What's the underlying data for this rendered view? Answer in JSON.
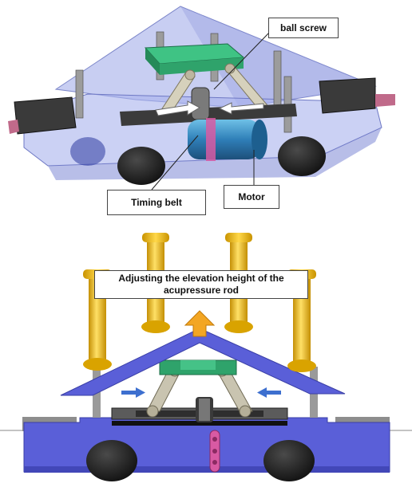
{
  "figure": {
    "top_panel": {
      "labels": {
        "ball_screw": "ball screw",
        "timing_belt": "Timing belt",
        "motor": "Motor"
      }
    },
    "bottom_panel": {
      "caption": "Adjusting the elevation height of the acupressure rod"
    }
  },
  "colors": {
    "body_blue": "#5a5fd8",
    "translucent_body": "#9aa6e8",
    "rod_yellow": "#f4c21c",
    "wheel_black": "#222222",
    "link_gray": "#c9c4b0",
    "platform_green": "#2fa36b",
    "motor_teal": "#2f7fb8",
    "arrow_orange": "#f3a623",
    "arrow_blue": "#3d6fcf",
    "belt_pink": "#d85aa3"
  },
  "icons": [
    "up-arrow-icon",
    "right-arrow-icon",
    "left-arrow-icon"
  ]
}
